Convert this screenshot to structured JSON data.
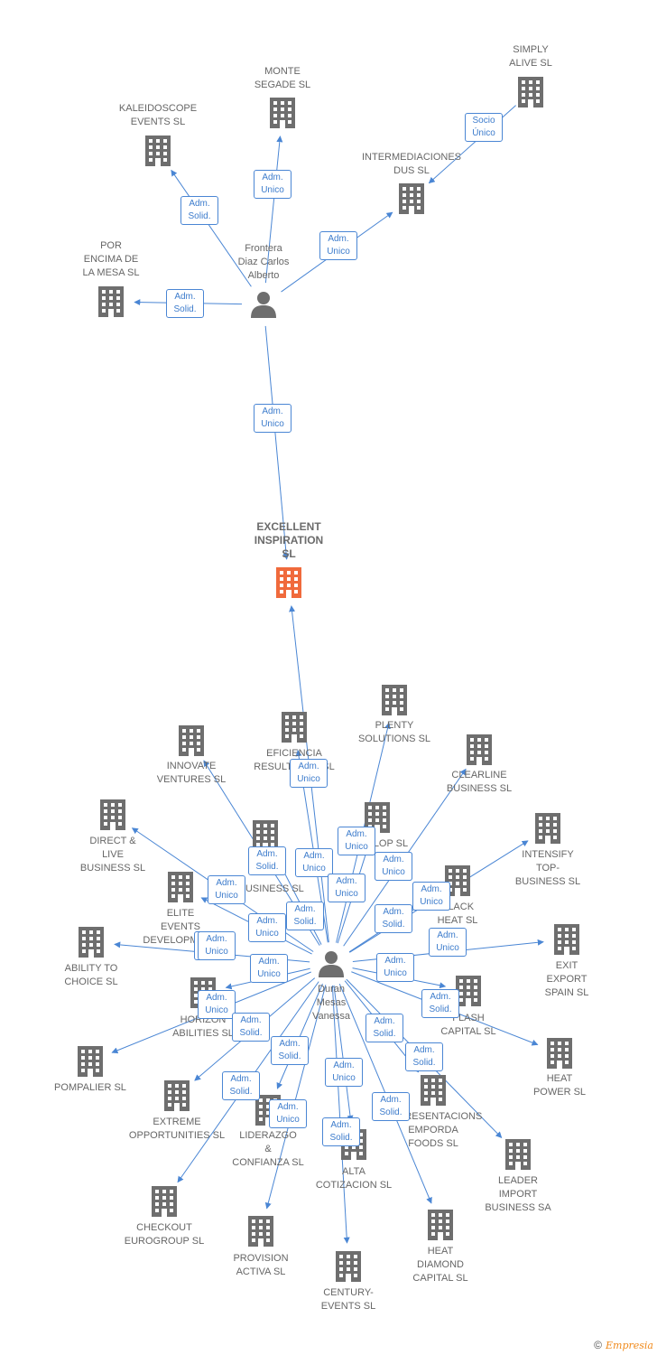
{
  "colors": {
    "edge": "#4a86d4",
    "icon": "#6e6e6e",
    "focus_icon": "#f06a3c",
    "label": "#666666"
  },
  "brand": {
    "copyright": "©",
    "name_initial": "E",
    "name_rest": "mpresia"
  },
  "nodes": [
    {
      "id": "frontera",
      "type": "person",
      "label": "Frontera\nDiaz Carlos\nAlberto",
      "icon": "person-icon"
    },
    {
      "id": "monte",
      "type": "company",
      "label": "MONTE\nSEGADE SL",
      "icon": "building-icon"
    },
    {
      "id": "simply",
      "type": "company",
      "label": "SIMPLY\nALIVE  SL",
      "icon": "building-icon"
    },
    {
      "id": "kaleido",
      "type": "company",
      "label": "KALEIDOSCOPE\nEVENTS  SL",
      "icon": "building-icon"
    },
    {
      "id": "intermed",
      "type": "company",
      "label": "INTERMEDIACIONES\nDUS SL",
      "icon": "building-icon"
    },
    {
      "id": "porencima",
      "type": "company",
      "label": "POR\nENCIMA DE\nLA MESA SL",
      "icon": "building-icon"
    },
    {
      "id": "excellent",
      "type": "focus",
      "label": "EXCELLENT\nINSPIRATION\nSL",
      "icon": "building-icon"
    },
    {
      "id": "duran",
      "type": "person",
      "label": "Duran\nMesas\nVanessa",
      "icon": "person-icon"
    },
    {
      "id": "plenty",
      "type": "company",
      "label": "PLENTY\nSOLUTIONS SL",
      "icon": "building-icon"
    },
    {
      "id": "eficiencia",
      "type": "company",
      "label": "EFICIENCIA\nRESULTADOS SL",
      "icon": "building-icon"
    },
    {
      "id": "innovate",
      "type": "company",
      "label": "INNOVATE\nVENTURES SL",
      "icon": "building-icon"
    },
    {
      "id": "clearline",
      "type": "company",
      "label": "CLEARLINE\nBUSINESS SL",
      "icon": "building-icon"
    },
    {
      "id": "develop",
      "type": "company",
      "label": "DEVELOP SL",
      "icon": "building-icon"
    },
    {
      "id": "intensify",
      "type": "company",
      "label": "INTENSIFY\nTOP-\nBUSINESS SL",
      "icon": "building-icon"
    },
    {
      "id": "direct",
      "type": "company",
      "label": "DIRECT &\nLIVE\nBUSINESS SL",
      "icon": "building-icon"
    },
    {
      "id": "wbusiness",
      "type": "company",
      "label": "W BUSINESS SL",
      "icon": "building-icon"
    },
    {
      "id": "blackheat",
      "type": "company",
      "label": "BLACK\nHEAT SL",
      "icon": "building-icon"
    },
    {
      "id": "elite",
      "type": "company",
      "label": "ELITE\nEVENTS\nDEVELOPMENT",
      "icon": "building-icon"
    },
    {
      "id": "ability",
      "type": "company",
      "label": "ABILITY TO\nCHOICE SL",
      "icon": "building-icon"
    },
    {
      "id": "exit",
      "type": "company",
      "label": "EXIT\nEXPORT\nSPAIN SL",
      "icon": "building-icon"
    },
    {
      "id": "horizon",
      "type": "company",
      "label": "HORIZON\nABILITIES SL",
      "icon": "building-icon"
    },
    {
      "id": "flash",
      "type": "company",
      "label": "FLASH\nCAPITAL SL",
      "icon": "building-icon"
    },
    {
      "id": "pompalier",
      "type": "company",
      "label": "POMPALIER SL",
      "icon": "building-icon"
    },
    {
      "id": "heatpower",
      "type": "company",
      "label": "HEAT\nPOWER SL",
      "icon": "building-icon"
    },
    {
      "id": "extreme",
      "type": "company",
      "label": "EXTREME\nOPPORTUNITIES SL",
      "icon": "building-icon"
    },
    {
      "id": "liderazgo",
      "type": "company",
      "label": "LIDERAZGO\n&\nCONFIANZA SL",
      "icon": "building-icon"
    },
    {
      "id": "representacions",
      "type": "company",
      "label": "REPRESENTACIONS\nEMPORDA\nFOODS  SL",
      "icon": "building-icon"
    },
    {
      "id": "alta",
      "type": "company",
      "label": "ALTA\nCOTIZACION SL",
      "icon": "building-icon"
    },
    {
      "id": "leader",
      "type": "company",
      "label": "LEADER\nIMPORT\nBUSINESS SA",
      "icon": "building-icon"
    },
    {
      "id": "checkout",
      "type": "company",
      "label": "CHECKOUT\nEUROGROUP SL",
      "icon": "building-icon"
    },
    {
      "id": "provision",
      "type": "company",
      "label": "PROVISION\nACTIVA SL",
      "icon": "building-icon"
    },
    {
      "id": "heatdiamond",
      "type": "company",
      "label": "HEAT\nDIAMOND\nCAPITAL SL",
      "icon": "building-icon"
    },
    {
      "id": "century",
      "type": "company",
      "label": "CENTURY-\nEVENTS  SL",
      "icon": "building-icon"
    }
  ],
  "edges": [
    {
      "from": "frontera",
      "to": "monte",
      "label": "Adm.\nUnico"
    },
    {
      "from": "frontera",
      "to": "kaleido",
      "label": "Adm.\nSolid."
    },
    {
      "from": "frontera",
      "to": "intermed",
      "label": "Adm.\nUnico"
    },
    {
      "from": "frontera",
      "to": "porencima",
      "label": "Adm.\nSolid."
    },
    {
      "from": "simply",
      "to": "intermed",
      "label": "Socio\nÚnico"
    },
    {
      "from": "frontera",
      "to": "excellent",
      "label": "Adm.\nUnico"
    },
    {
      "from": "duran",
      "to": "excellent",
      "label": "Adm.\nUnico"
    },
    {
      "from": "duran",
      "to": "plenty",
      "label": "Adm.\nUnico"
    },
    {
      "from": "duran",
      "to": "eficiencia",
      "label": "Adm.\nUnico"
    },
    {
      "from": "duran",
      "to": "innovate",
      "label": "Adm.\nUnico"
    },
    {
      "from": "duran",
      "to": "clearline",
      "label": "Adm.\nSolid."
    },
    {
      "from": "duran",
      "to": "develop",
      "label": "Adm.\nSolid."
    },
    {
      "from": "duran",
      "to": "intensify",
      "label": "Adm.\nUnico"
    },
    {
      "from": "duran",
      "to": "direct",
      "label": "Adm.\nSolid."
    },
    {
      "from": "duran",
      "to": "wbusiness",
      "label": "Adm.\nSolid."
    },
    {
      "from": "duran",
      "to": "blackheat",
      "label": "Adm.\nSolid."
    },
    {
      "from": "duran",
      "to": "elite",
      "label": "Adm.\nUnico"
    },
    {
      "from": "duran",
      "to": "ability",
      "label": "Adm.\nUnico"
    },
    {
      "from": "duran",
      "to": "exit",
      "label": "Adm.\nUnico"
    },
    {
      "from": "duran",
      "to": "horizon",
      "label": "Adm.\nUnico"
    },
    {
      "from": "duran",
      "to": "flash",
      "label": "Adm.\nSolid."
    },
    {
      "from": "duran",
      "to": "pompalier",
      "label": "Adm.\nSolid."
    },
    {
      "from": "duran",
      "to": "heatpower",
      "label": "Adm.\nSolid."
    },
    {
      "from": "duran",
      "to": "extreme",
      "label": "Adm.\nSolid."
    },
    {
      "from": "duran",
      "to": "liderazgo",
      "label": "Adm.\nSolid."
    },
    {
      "from": "duran",
      "to": "representacions",
      "label": "Adm.\nUnico"
    },
    {
      "from": "duran",
      "to": "alta",
      "label": "Adm.\nSolid."
    },
    {
      "from": "duran",
      "to": "leader",
      "label": "Adm.\nUnico"
    },
    {
      "from": "duran",
      "to": "checkout",
      "label": "Adm.\nSolid."
    },
    {
      "from": "duran",
      "to": "provision",
      "label": "Adm.\nSolid."
    },
    {
      "from": "duran",
      "to": "heatdiamond",
      "label": "Adm.\nSolid."
    },
    {
      "from": "duran",
      "to": "century",
      "label": "Adm.\nUnico"
    },
    {
      "from": "duran",
      "to": "wbusiness",
      "label": "Adm.\nUnico"
    },
    {
      "from": "duran",
      "to": "develop",
      "label": "Adm.\nUnico"
    },
    {
      "from": "duran",
      "to": "elite",
      "label": "Adm.\nUnico"
    },
    {
      "from": "duran",
      "to": "blackheat",
      "label": "Adm.\nUnico"
    }
  ]
}
